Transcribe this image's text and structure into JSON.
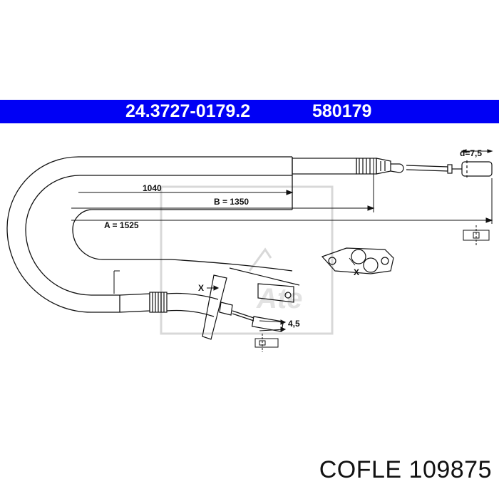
{
  "header": {
    "part_number": "24.3727-0179.2",
    "alt_number": "580179"
  },
  "dimensions": {
    "d_label": "d=7,5",
    "length_1040": "1040",
    "length_b": "B = 1350",
    "length_a": "A = 1525",
    "x_label_left": "X",
    "x_label_right": "X",
    "small_dim": "4,5"
  },
  "watermark": {
    "logo_text": "Ate"
  },
  "footer": {
    "brand": "COFLE",
    "code": "109875"
  },
  "colors": {
    "header_bg": "#0000f5",
    "header_text": "#ffffff",
    "line": "#111111",
    "watermark": "#d8d8d8"
  }
}
